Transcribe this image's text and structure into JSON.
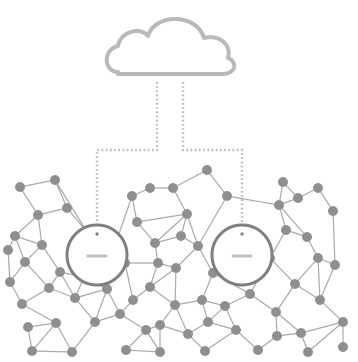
{
  "colors": {
    "cloud": "#b9b9b9",
    "connector": "#b9b9b9",
    "node": "#8f8f8f",
    "mesh_line": "#a9a9a9",
    "gateway_ring": "#7f7f7f",
    "gateway_mark": "#bdbdbd",
    "background": "#ffffff"
  },
  "icons": {
    "cloud": "cloud-icon",
    "gateway": "gateway-device-icon"
  },
  "diagram": {
    "type": "cloud-gateway-mesh-network",
    "gateway_count": 2,
    "connectors": "dotted",
    "gateways": [
      {
        "id": "gateway-left",
        "indicator": "dot",
        "mark": "dash"
      },
      {
        "id": "gateway-right",
        "indicator": "dot",
        "mark": "dash"
      }
    ]
  }
}
